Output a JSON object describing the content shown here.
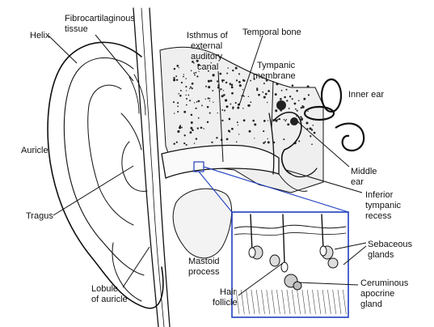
{
  "labels": {
    "helix": "Helix",
    "fibrocartilaginous_1": "Fibrocartilaginous",
    "fibrocartilaginous_2": "tissue",
    "isthmus_1": "Isthmus of",
    "isthmus_2": "external",
    "isthmus_3": "auditory",
    "isthmus_4": "canal",
    "temporal_bone": "Temporal bone",
    "tympanic_1": "Tympanic",
    "tympanic_2": "membrane",
    "inner_ear": "Inner ear",
    "auricle": "Auricle",
    "middle_ear_1": "Middle",
    "middle_ear_2": "ear",
    "inferior_1": "Inferior",
    "inferior_2": "tympanic",
    "inferior_3": "recess",
    "tragus": "Tragus",
    "sebaceous_1": "Sebaceous",
    "sebaceous_2": "glands",
    "mastoid_1": "Mastoid",
    "mastoid_2": "process",
    "ceruminous_1": "Ceruminous",
    "ceruminous_2": "apocrine",
    "ceruminous_3": "gland",
    "hair_1": "Hair",
    "hair_2": "follicle",
    "lobule_1": "Lobule",
    "lobule_2": "of auricle"
  },
  "colors": {
    "inset_border": "#1f3fbf",
    "ink": "#111111",
    "bone_shade": "#e9e9e9"
  }
}
